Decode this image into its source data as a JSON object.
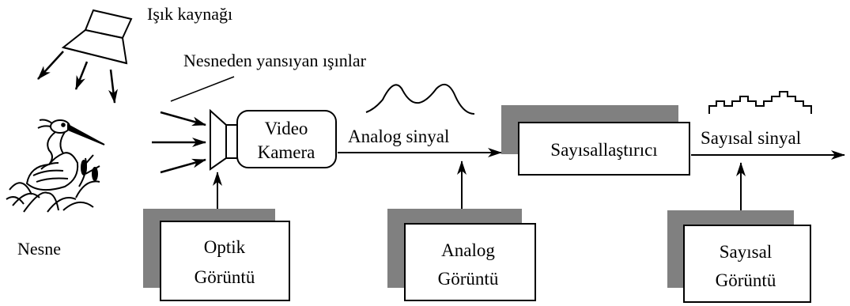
{
  "labels": {
    "light_source": "Işık kaynağı",
    "reflected_rays": "Nesneden yansıyan ışınlar",
    "object": "Nesne",
    "camera_line1": "Video",
    "camera_line2": "Kamera",
    "analog_signal": "Analog sinyal",
    "digitizer": "Sayısallaştırıcı",
    "digital_signal": "Sayısal sinyal"
  },
  "boxes": {
    "optical_line1": "Optik",
    "optical_line2": "Görüntü",
    "analog_line1": "Analog",
    "analog_line2": "Görüntü",
    "digital_line1": "Sayısal",
    "digital_line2": "Görüntü"
  },
  "colors": {
    "ink": "#000000",
    "shadow": "#808080",
    "background": "#ffffff"
  },
  "icons": [
    "lamp-icon",
    "heron-icon",
    "camera-lens-icon"
  ]
}
